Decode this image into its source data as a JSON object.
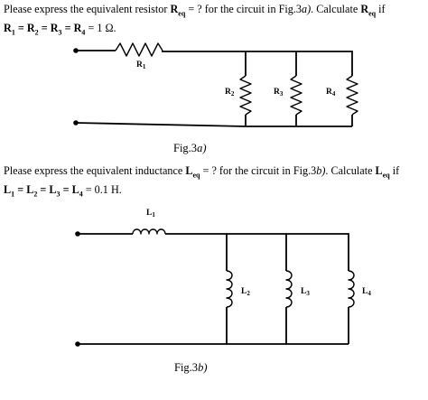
{
  "problem_a": {
    "text1": "Please express the equivalent resistor ",
    "req_sym": "R",
    "req_sub": "eq",
    "text2": " = ? for the circuit in Fig.3",
    "fig_ref": "a)",
    "text3": ". Calculate ",
    "req_sym2": "R",
    "req_sub2": "eq",
    "text4": " if",
    "r1": "R",
    "r1_sub": "1",
    "eq1": " = ",
    "r2": "R",
    "r2_sub": "2",
    "eq2": " = ",
    "r3": "R",
    "r3_sub": "3",
    "eq3": " = ",
    "r4": "R",
    "r4_sub": "4",
    "value": " = 1 Ω."
  },
  "problem_b": {
    "text1": "Please express the equivalent inductance ",
    "leq_sym": "L",
    "leq_sub": "eq",
    "text2": " = ? for the circuit in Fig.3",
    "fig_ref": "b)",
    "text3": ". Calculate ",
    "leq_sym2": "L",
    "leq_sub2": "eq",
    "text4": " if",
    "l1": "L",
    "l1_sub": "1",
    "eq1": " = ",
    "l2": "L",
    "l2_sub": "2",
    "eq2": " = ",
    "l3": "L",
    "l3_sub": "3",
    "eq3": " = ",
    "l4": "L",
    "l4_sub": "4",
    "value": " = 0.1 H."
  },
  "fig_a": {
    "caption_main": "Fig.3",
    "caption_suffix": "a)",
    "labels": {
      "r1": "R1",
      "r2": "R2",
      "r3": "R3",
      "r4": "R4"
    }
  },
  "fig_b": {
    "caption_main": "Fig.3",
    "caption_suffix": "b)",
    "labels": {
      "l1": "L1",
      "l2": "L2",
      "l3": "L3",
      "l4": "L4"
    }
  }
}
